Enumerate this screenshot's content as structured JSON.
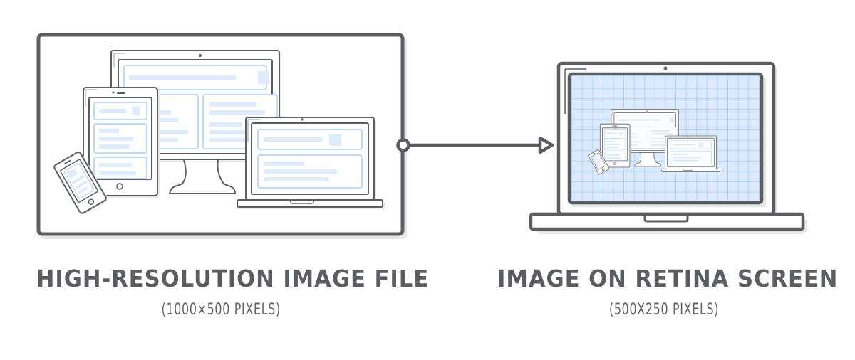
{
  "left_panel": {
    "title": "HIGH-RESOLUTION IMAGE FILE",
    "subtitle": "(1000×500 PIXELS)",
    "illustration": "devices-group-icon"
  },
  "right_panel": {
    "title": "IMAGE ON RETINA SCREEN",
    "subtitle": "(500X250 PIXELS)",
    "illustration": "retina-laptop-icon"
  },
  "connector": {
    "icon": "arrow-right-icon"
  },
  "colors": {
    "stroke": "#5a5e63",
    "screen_fill": "#dbeafe",
    "screen_line": "#a9cdf7",
    "content_fill": "#deebfb",
    "shadow": "#e6e6e6",
    "background": "#ffffff"
  }
}
